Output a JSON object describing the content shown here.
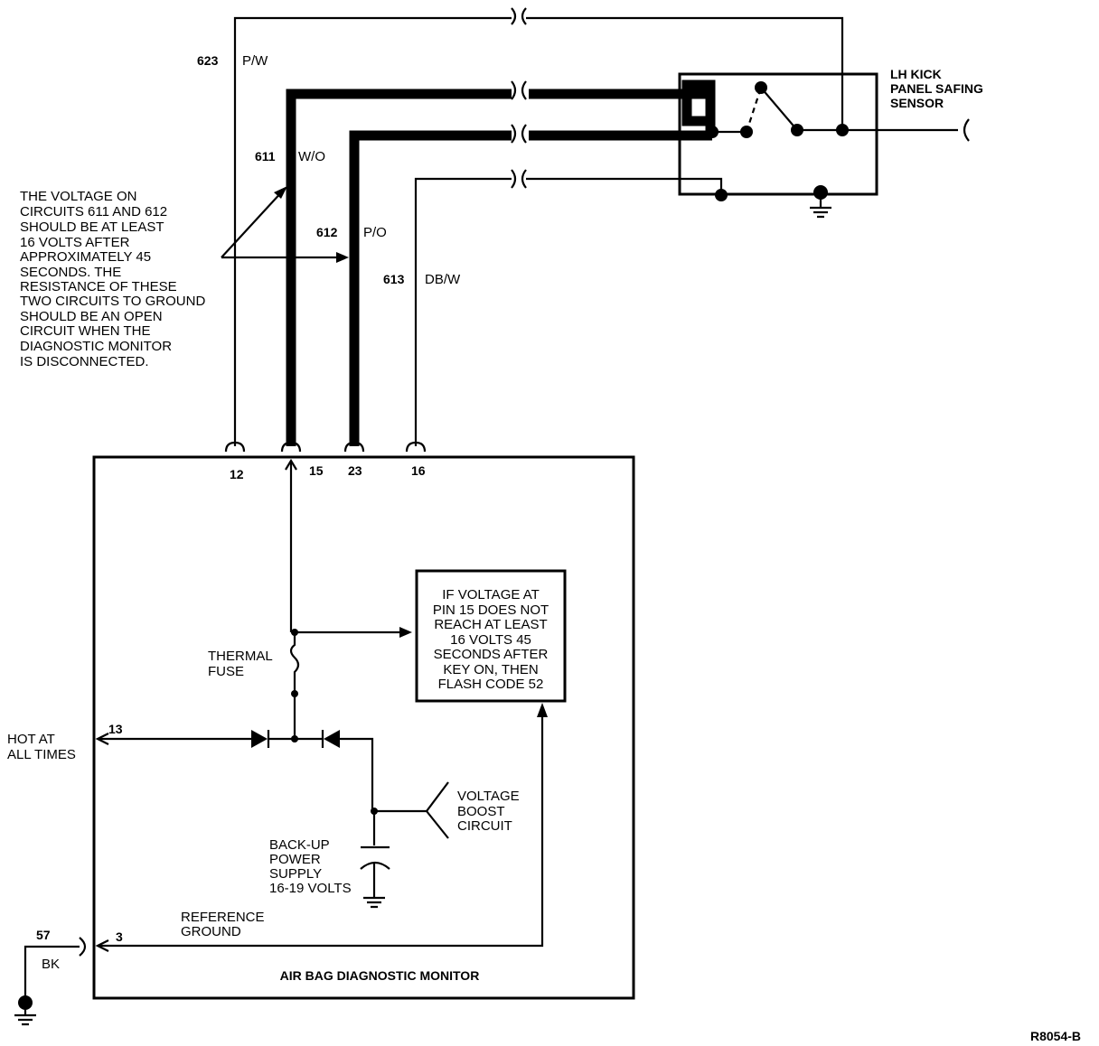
{
  "sensor": {
    "title": [
      "LH KICK",
      "PANEL SAFING",
      "SENSOR"
    ]
  },
  "circuits": [
    {
      "number": "623",
      "color": "P/W",
      "pin": "12"
    },
    {
      "number": "611",
      "color": "W/O",
      "pin": "15"
    },
    {
      "number": "612",
      "color": "P/O",
      "pin": "23"
    },
    {
      "number": "613",
      "color": "DB/W",
      "pin": "16"
    }
  ],
  "voltage_note": [
    "THE VOLTAGE ON",
    "CIRCUITS 611 AND 612",
    "SHOULD BE AT LEAST",
    "16 VOLTS AFTER",
    "APPROXIMATELY 45",
    "SECONDS. THE",
    "RESISTANCE OF THESE",
    "TWO CIRCUITS TO GROUND",
    "SHOULD BE AN OPEN",
    "CIRCUIT WHEN THE",
    "DIAGNOSTIC MONITOR",
    "IS DISCONNECTED."
  ],
  "flash_note": [
    "IF VOLTAGE AT",
    "PIN 15 DOES NOT",
    "REACH AT LEAST",
    "16 VOLTS 45",
    "SECONDS AFTER",
    "KEY ON, THEN",
    "FLASH CODE 52"
  ],
  "thermal_fuse": [
    "THERMAL",
    "FUSE"
  ],
  "hot": {
    "text": [
      "HOT AT",
      "ALL TIMES"
    ],
    "pin": "13"
  },
  "voltage_boost": [
    "VOLTAGE",
    "BOOST",
    "CIRCUIT"
  ],
  "backup": [
    "BACK-UP",
    "POWER",
    "SUPPLY",
    "16-19 VOLTS"
  ],
  "reference_ground": {
    "text": [
      "REFERENCE",
      "GROUND"
    ],
    "pin": "3"
  },
  "ground_circuit": {
    "number": "57",
    "color": "BK"
  },
  "monitor_title": "AIR BAG DIAGNOSTIC MONITOR",
  "figure_id": "R8054-B"
}
